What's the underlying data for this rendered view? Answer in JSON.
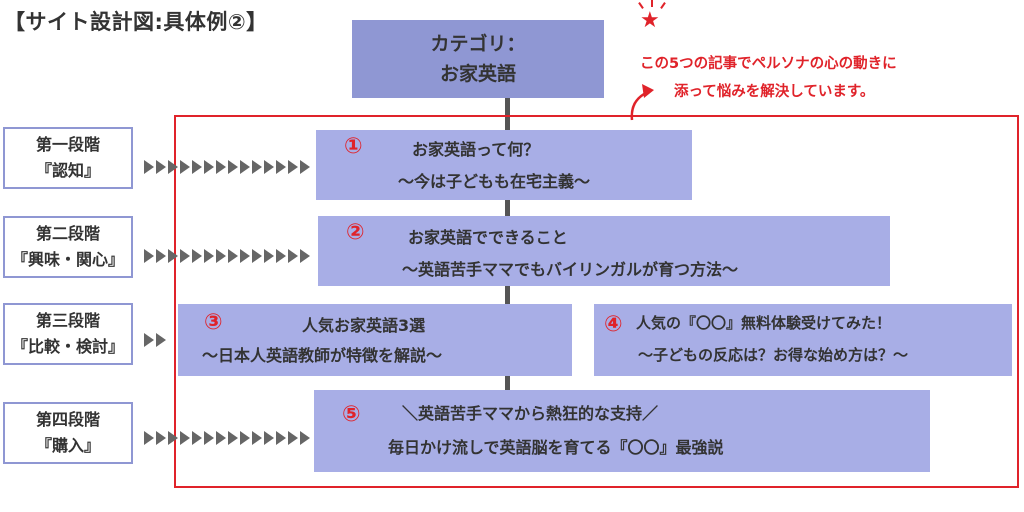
{
  "title": "【サイト設計図:具体例②】",
  "category": {
    "line1": "カテゴリ：",
    "line2": "お家英語"
  },
  "note": {
    "line1": "この5つの記事でペルソナの心の動きに",
    "line2": "添って悩みを解決しています。"
  },
  "stages": [
    {
      "name": "第一段階",
      "label": "『認知』"
    },
    {
      "name": "第二段階",
      "label": "『興味・関心』"
    },
    {
      "name": "第三段階",
      "label": "『比較・検討』"
    },
    {
      "name": "第四段階",
      "label": "『購入』"
    }
  ],
  "articles": [
    {
      "number": "①",
      "title": "お家英語って何？",
      "subtitle": "〜今は子どもも在宅主義〜"
    },
    {
      "number": "②",
      "title": "お家英語でできること",
      "subtitle": "〜英語苦手ママでもバイリンガルが育つ方法〜"
    },
    {
      "number": "③",
      "title": "人気お家英語3選",
      "subtitle": "〜日本人英語教師が特徴を解説〜"
    },
    {
      "number": "④",
      "title": "人気の『〇〇』無料体験受けてみた！",
      "subtitle": "〜子どもの反応は？お得な始め方は？〜"
    },
    {
      "number": "⑤",
      "title": "＼英語苦手ママから熱狂的な支持／",
      "subtitle": "毎日かけ流しで英語脳を育てる『〇〇』最強説"
    }
  ],
  "colors": {
    "box": "#a8aee6",
    "category": "#8f97d3",
    "accent": "#e0232a"
  }
}
